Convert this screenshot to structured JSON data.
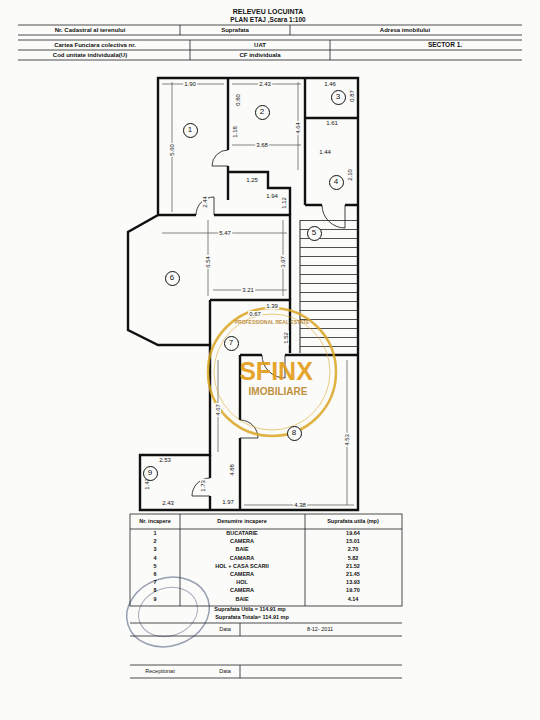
{
  "diagram": {
    "title": "RELEVEU LOCUINTA",
    "nodes": [
      {
        "text": [
          "1"
        ]
      },
      {
        "text": [
          "2"
        ]
      },
      {
        "text": [
          "3"
        ]
      },
      {
        "text": [
          "4"
        ]
      },
      {
        "text": [
          "5"
        ]
      },
      {
        "text": [
          "6"
        ]
      },
      {
        "text": [
          "7"
        ]
      },
      {
        "text": [
          "8"
        ]
      },
      {
        "text": [
          "9"
        ]
      }
    ],
    "labels": [
      "PLAN ETAJ ,Scara 1:100",
      "Nr. Cadastral al terenului",
      "Suprafata",
      "Adresa imobilului",
      "Cartea Funciara colectiva nr.",
      "UAT",
      "SECTOR 1.",
      "Cod unitate individuala(U)",
      "CF individuala",
      "1.90",
      "5.60",
      "2.43",
      "0.80",
      "3.68",
      "4.64",
      "1.46",
      "0.87",
      "1.61",
      "1.44",
      "2.10",
      "1.18",
      "1.25",
      "1.94",
      "1.12",
      "2.44",
      "5.47",
      "6.54",
      "3.97",
      "3.21",
      "1.39",
      "0.67",
      "1.52",
      "4.67",
      "4.88",
      "4.53",
      "4.38",
      "2.53",
      "1.42",
      "2.43",
      "1.73",
      "1.97",
      "Nr. incapere",
      "Denumire incapere",
      "Suprafata utila (mp)",
      "1",
      "BUCATARIE",
      "19.64",
      "2",
      "CAMERA",
      "15.01",
      "3",
      "BAIE",
      "2.70",
      "4",
      "CAMARA",
      "5.82",
      "5",
      "HOL + CASA SCARII",
      "21.52",
      "6",
      "CAMERA",
      "21.45",
      "7",
      "HOL",
      "13.93",
      "8",
      "CAMERA",
      "19.70",
      "9",
      "BAIE",
      "4.14",
      "Suprafata Utila = 114.91 mp",
      "Suprafata Totala= 114.91 mp",
      "Data",
      "8-12- 2011",
      "Receptionat",
      "Data",
      "PROFESSIONAL REAL ESTATE",
      "SFINX",
      "IMOBILIARE"
    ]
  }
}
